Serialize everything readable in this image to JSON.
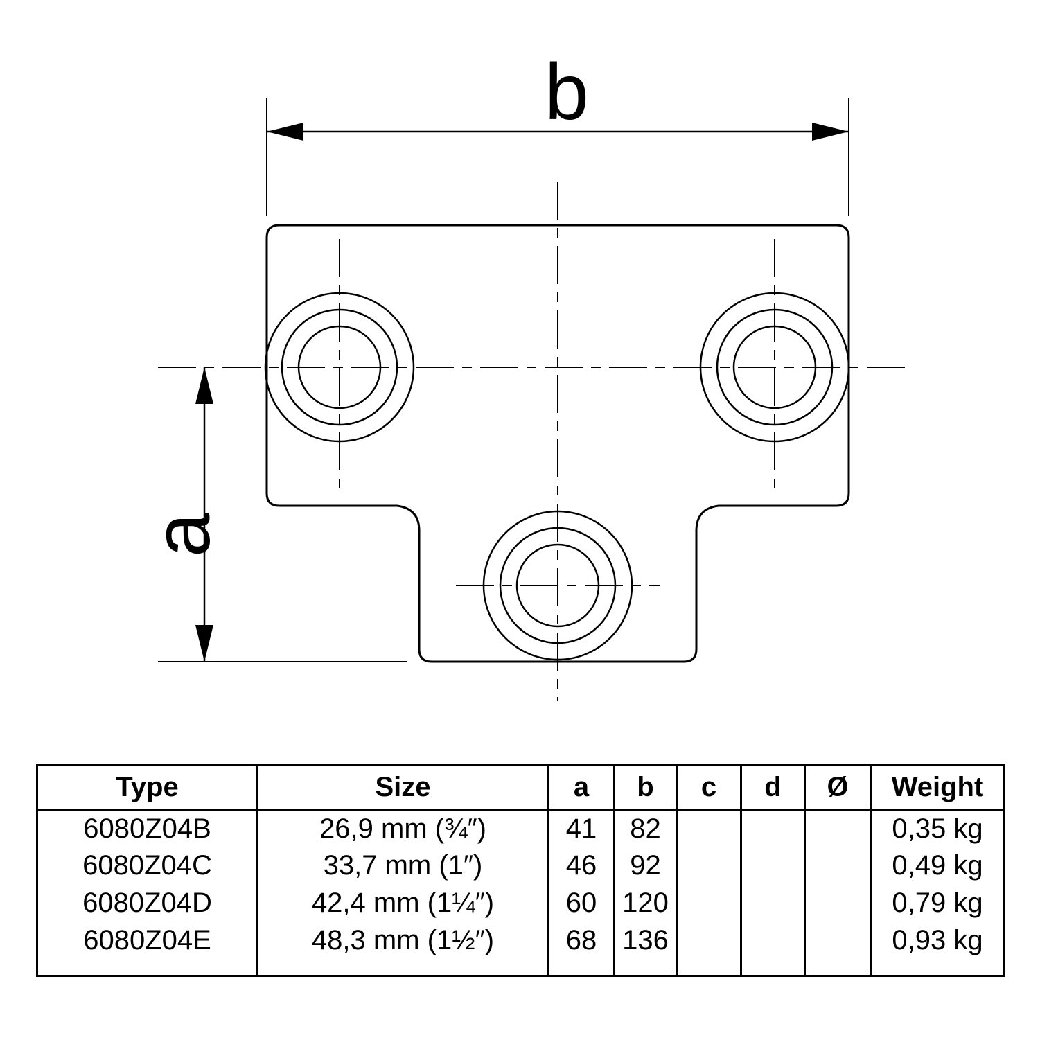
{
  "drawing": {
    "dim_a_label": "a",
    "dim_b_label": "b"
  },
  "table": {
    "headers": [
      "Type",
      "Size",
      "a",
      "b",
      "c",
      "d",
      "Ø",
      "Weight"
    ],
    "rows": [
      [
        "6080Z04B",
        "26,9 mm (¾″)",
        "41",
        "82",
        "",
        "",
        "",
        "0,35 kg"
      ],
      [
        "6080Z04C",
        "33,7 mm (1″)",
        "46",
        "92",
        "",
        "",
        "",
        "0,49 kg"
      ],
      [
        "6080Z04D",
        "42,4 mm (1¼″)",
        "60",
        "120",
        "",
        "",
        "",
        "0,79 kg"
      ],
      [
        "6080Z04E",
        "48,3 mm (1½″)",
        "68",
        "136",
        "",
        "",
        "",
        "0,93 kg"
      ]
    ]
  }
}
